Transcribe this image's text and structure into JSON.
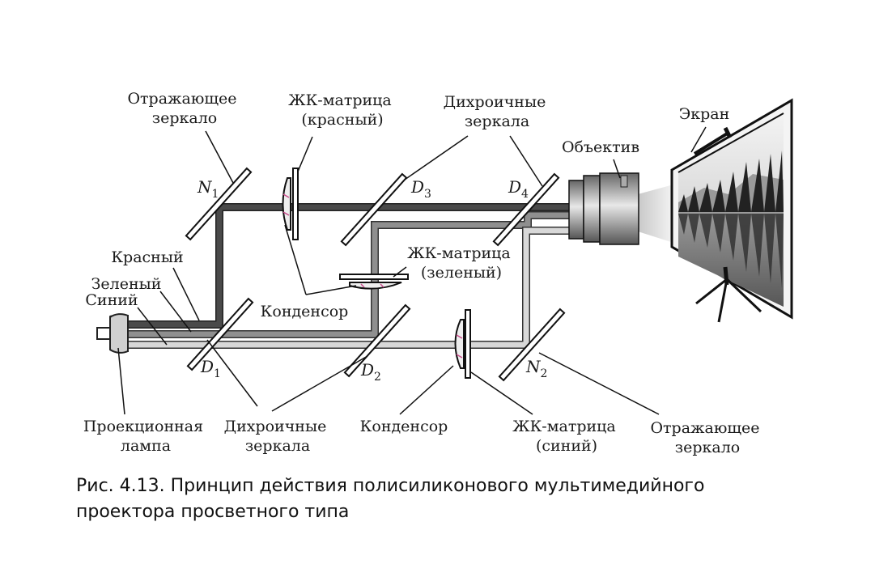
{
  "labels": {
    "reflect_mirror_top": [
      "Отражающее",
      "зеркало"
    ],
    "lcd_red": [
      "ЖК-матрица",
      "(красный)"
    ],
    "dichroic_top": [
      "Дихроичные",
      "зеркала"
    ],
    "objective": "Объектив",
    "screen": "Экран",
    "red": "Красный",
    "green": "Зеленый",
    "blue": "Синий",
    "lcd_green": [
      "ЖК-матрица",
      "(зеленый)"
    ],
    "condenser_upper": "Конденсор",
    "lamp": [
      "Проекционная",
      "лампа"
    ],
    "dichroic_bottom": [
      "Дихроичные",
      "зеркала"
    ],
    "condenser_lower": "Конденсор",
    "lcd_blue": [
      "ЖК-матрица",
      "(синий)"
    ],
    "reflect_mirror_bottom": [
      "Отражающее",
      "зеркало"
    ]
  },
  "mirror_marks": {
    "N1": {
      "letter": "N",
      "sub": "1"
    },
    "D3": {
      "letter": "D",
      "sub": "3"
    },
    "D4": {
      "letter": "D",
      "sub": "4"
    },
    "D1": {
      "letter": "D",
      "sub": "1"
    },
    "D2": {
      "letter": "D",
      "sub": "2"
    },
    "N2": {
      "letter": "N",
      "sub": "2"
    }
  },
  "caption": [
    "Рис. 4.13. Принцип действия полисиликонового мультимедийного",
    "проектора просветного типа"
  ],
  "colors": {
    "red_beam": "#3a3a3a",
    "green_beam": "#8a8a8a",
    "blue_beam": "#cfcfcf"
  }
}
